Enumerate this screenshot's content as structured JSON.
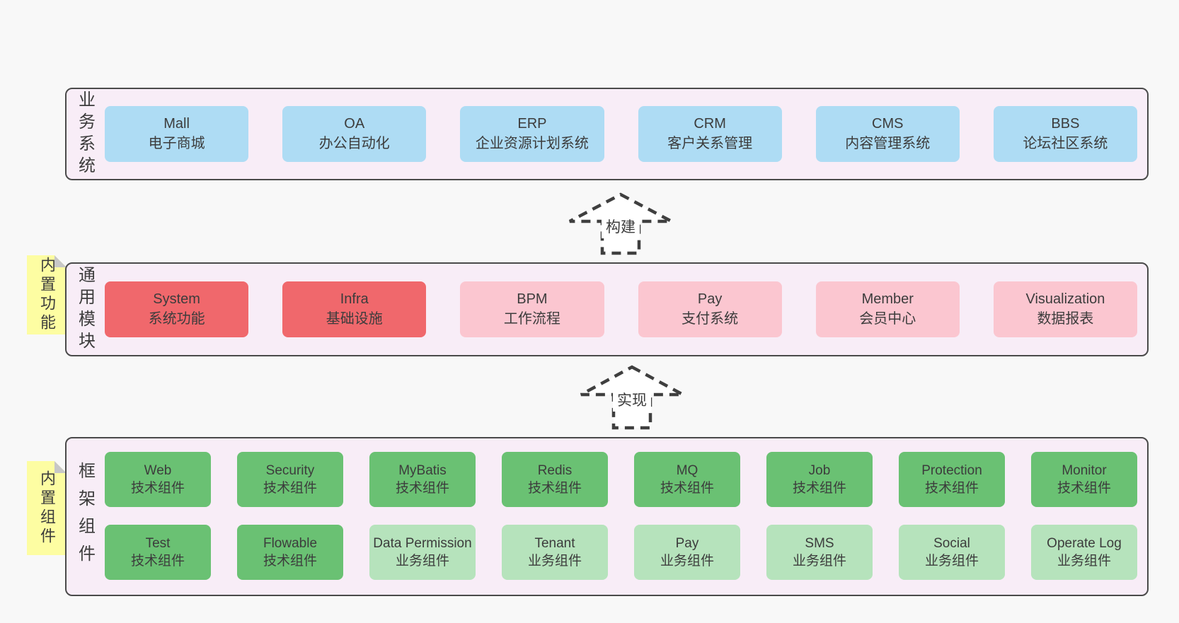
{
  "colors": {
    "page_bg": "#f8f8f8",
    "section_bg": "#f8edf7",
    "section_border": "#4a4a4a",
    "box_blue": "#aedcf4",
    "box_red": "#f0686c",
    "box_pink": "#fbc6d0",
    "box_green": "#6ac173",
    "box_light_green": "#b6e3bc",
    "note_yellow": "#fdfda2",
    "note_fold_gray": "#c7c7c7",
    "text": "#3c3c3c"
  },
  "sections": {
    "business": {
      "label": "业务系统",
      "boxes": [
        {
          "en": "Mall",
          "zh": "电子商城"
        },
        {
          "en": "OA",
          "zh": "办公自动化"
        },
        {
          "en": "ERP",
          "zh": "企业资源计划系统"
        },
        {
          "en": "CRM",
          "zh": "客户关系管理"
        },
        {
          "en": "CMS",
          "zh": "内容管理系统"
        },
        {
          "en": "BBS",
          "zh": "论坛社区系统"
        }
      ]
    },
    "modules": {
      "label": "通用模块",
      "note": "内置功能",
      "boxes": [
        {
          "en": "System",
          "zh": "系统功能"
        },
        {
          "en": "Infra",
          "zh": "基础设施"
        },
        {
          "en": "BPM",
          "zh": "工作流程"
        },
        {
          "en": "Pay",
          "zh": "支付系统"
        },
        {
          "en": "Member",
          "zh": "会员中心"
        },
        {
          "en": "Visualization",
          "zh": "数据报表"
        }
      ]
    },
    "framework": {
      "label": "框架组件",
      "note": "内置组件",
      "row1": [
        {
          "en": "Web",
          "zh": "技术组件"
        },
        {
          "en": "Security",
          "zh": "技术组件"
        },
        {
          "en": "MyBatis",
          "zh": "技术组件"
        },
        {
          "en": "Redis",
          "zh": "技术组件"
        },
        {
          "en": "MQ",
          "zh": "技术组件"
        },
        {
          "en": "Job",
          "zh": "技术组件"
        },
        {
          "en": "Protection",
          "zh": "技术组件"
        },
        {
          "en": "Monitor",
          "zh": "技术组件"
        }
      ],
      "row2": [
        {
          "en": "Test",
          "zh": "技术组件"
        },
        {
          "en": "Flowable",
          "zh": "技术组件"
        },
        {
          "en": "Data Permission",
          "zh": "业务组件"
        },
        {
          "en": "Tenant",
          "zh": "业务组件"
        },
        {
          "en": "Pay",
          "zh": "业务组件"
        },
        {
          "en": "SMS",
          "zh": "业务组件"
        },
        {
          "en": "Social",
          "zh": "业务组件"
        },
        {
          "en": "Operate Log",
          "zh": "业务组件"
        }
      ]
    }
  },
  "arrows": {
    "build": "构建",
    "implement": "实现"
  }
}
